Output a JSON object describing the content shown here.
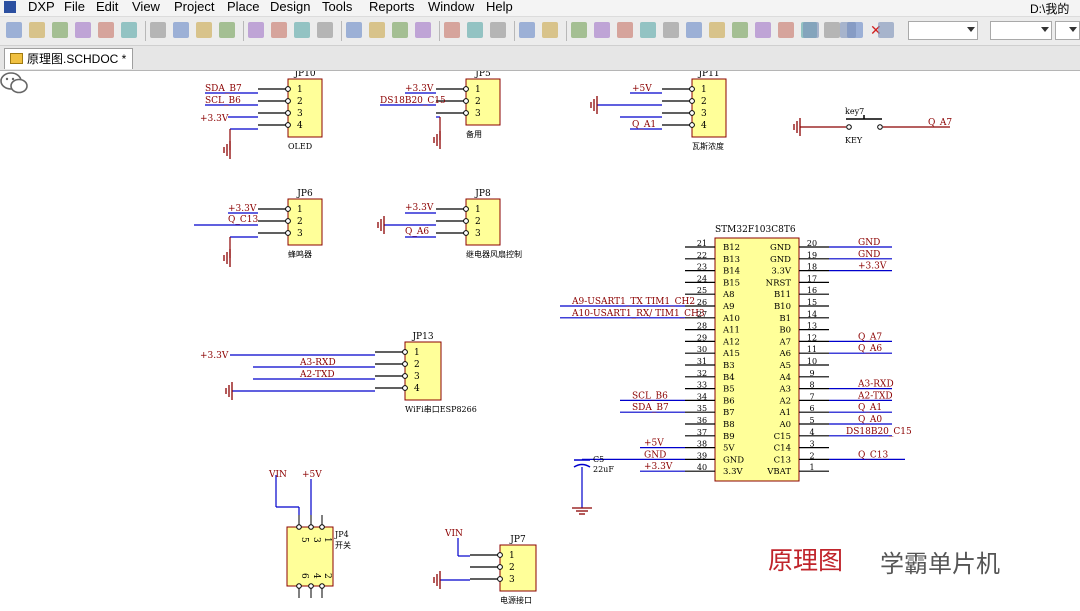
{
  "app": {
    "name": "DXP",
    "path_label": "D:\\我的坚"
  },
  "menu": [
    "DXP",
    "File",
    "Edit",
    "View",
    "Project",
    "Place",
    "Design",
    "Tools",
    "Reports",
    "Window",
    "Help"
  ],
  "document_tab": {
    "label": "原理图.SCHDOC *"
  },
  "toolbar_icons": [
    "new-icon",
    "open-icon",
    "save-icon",
    "print-icon",
    "print-preview-icon",
    "clipboard-icon",
    "zoom-fit-icon",
    "zoom-area-icon",
    "zoom-select-icon",
    "zoom-component-icon",
    "cut-icon",
    "copy-icon",
    "paste-icon",
    "paste-array-icon",
    "select-rect-icon",
    "move-icon",
    "cross-select-icon",
    "clear-icon",
    "undo-icon",
    "redo-icon",
    "hierarchy-icon",
    "cross-probe-icon",
    "browse-icon",
    "wire-icon",
    "bus-icon",
    "bus-entry-icon",
    "net-label-icon",
    "ground-port-icon",
    "vcc-port-icon",
    "part-icon",
    "sheet-symbol-icon",
    "sheet-entry-icon",
    "harness-icon",
    "device-sheet-icon",
    "port-icon",
    "no-erc-icon",
    "close-red-icon"
  ],
  "schematic": {
    "components": {
      "jp10": {
        "ref": "JP10",
        "caption": "OLED",
        "pins": [
          "1",
          "2",
          "3",
          "4"
        ],
        "nets": [
          "SDA_B7",
          "SCL_B6",
          "+3.3V"
        ]
      },
      "jp5": {
        "ref": "JP5",
        "caption": "备用",
        "pins": [
          "1",
          "2",
          "3"
        ],
        "nets": [
          "+3.3V",
          "DS18B20_C15"
        ]
      },
      "jp11": {
        "ref": "JP11",
        "caption": "瓦斯浓度",
        "pins": [
          "1",
          "2",
          "3",
          "4"
        ],
        "nets": [
          "+5V",
          "Q_A1"
        ]
      },
      "key7": {
        "ref": "key7",
        "caption": "KEY",
        "nets": [
          "Q_A7"
        ]
      },
      "jp6": {
        "ref": "JP6",
        "caption": "蜂鸣器",
        "pins": [
          "1",
          "2",
          "3"
        ],
        "nets": [
          "+3.3V",
          "Q_C13"
        ]
      },
      "jp8": {
        "ref": "JP8",
        "caption": "继电器风扇控制",
        "pins": [
          "1",
          "2",
          "3"
        ],
        "nets": [
          "+3.3V",
          "Q_A6"
        ]
      },
      "jp13": {
        "ref": "JP13",
        "caption": "WiFi串口ESP8266",
        "pins": [
          "1",
          "2",
          "3",
          "4"
        ],
        "nets": [
          "+3.3V",
          "A3-RXD",
          "A2-TXD"
        ]
      },
      "jp4": {
        "ref": "JP4",
        "caption": "开关",
        "top_pins": [
          "5",
          "3",
          "1"
        ],
        "bottom_pins": [
          "6",
          "4",
          "2"
        ],
        "nets": [
          "VIN",
          "+5V"
        ]
      },
      "jp7": {
        "ref": "JP7",
        "caption": "电源接口",
        "pins": [
          "1",
          "2",
          "3"
        ],
        "nets": [
          "VIN"
        ]
      },
      "c5": {
        "ref": "C5",
        "value": "22uF"
      },
      "mcu": {
        "ref": "STM32F103C8T6",
        "left_pins": [
          {
            "num": "21",
            "name": "B12",
            "net": ""
          },
          {
            "num": "22",
            "name": "B13",
            "net": ""
          },
          {
            "num": "23",
            "name": "B14",
            "net": ""
          },
          {
            "num": "24",
            "name": "B15",
            "net": ""
          },
          {
            "num": "25",
            "name": "A8",
            "net": ""
          },
          {
            "num": "26",
            "name": "A9",
            "net": "A9-USART1_TX TIM1_CH2"
          },
          {
            "num": "27",
            "name": "A10",
            "net": "A10-USART1_RX/ TIM1_CH3"
          },
          {
            "num": "28",
            "name": "A11",
            "net": ""
          },
          {
            "num": "29",
            "name": "A12",
            "net": ""
          },
          {
            "num": "30",
            "name": "A15",
            "net": ""
          },
          {
            "num": "31",
            "name": "B3",
            "net": ""
          },
          {
            "num": "32",
            "name": "B4",
            "net": ""
          },
          {
            "num": "33",
            "name": "B5",
            "net": ""
          },
          {
            "num": "34",
            "name": "B6",
            "net": "SCL_B6"
          },
          {
            "num": "35",
            "name": "B7",
            "net": "SDA_B7"
          },
          {
            "num": "36",
            "name": "B8",
            "net": ""
          },
          {
            "num": "37",
            "name": "B9",
            "net": ""
          },
          {
            "num": "38",
            "name": "5V",
            "net": "+5V"
          },
          {
            "num": "39",
            "name": "GND",
            "net": "GND"
          },
          {
            "num": "40",
            "name": "3.3V",
            "net": "+3.3V"
          }
        ],
        "right_pins": [
          {
            "num": "20",
            "name": "GND",
            "net": "GND"
          },
          {
            "num": "19",
            "name": "GND",
            "net": "GND"
          },
          {
            "num": "18",
            "name": "3.3V",
            "net": "+3.3V"
          },
          {
            "num": "17",
            "name": "NRST",
            "net": ""
          },
          {
            "num": "16",
            "name": "B11",
            "net": ""
          },
          {
            "num": "15",
            "name": "B10",
            "net": ""
          },
          {
            "num": "14",
            "name": "B1",
            "net": ""
          },
          {
            "num": "13",
            "name": "B0",
            "net": ""
          },
          {
            "num": "12",
            "name": "A7",
            "net": "Q_A7"
          },
          {
            "num": "11",
            "name": "A6",
            "net": "Q_A6"
          },
          {
            "num": "10",
            "name": "A5",
            "net": ""
          },
          {
            "num": "9",
            "name": "A4",
            "net": ""
          },
          {
            "num": "8",
            "name": "A3",
            "net": "A3-RXD"
          },
          {
            "num": "7",
            "name": "A2",
            "net": "A2-TXD"
          },
          {
            "num": "6",
            "name": "A1",
            "net": "Q_A1"
          },
          {
            "num": "5",
            "name": "A0",
            "net": "Q_A0"
          },
          {
            "num": "4",
            "name": "C15",
            "net": "DS18B20_C15"
          },
          {
            "num": "3",
            "name": "C14",
            "net": ""
          },
          {
            "num": "2",
            "name": "C13",
            "net": "Q_C13"
          },
          {
            "num": "1",
            "name": "VBAT",
            "net": ""
          }
        ]
      }
    }
  },
  "watermark": {
    "title": "原理图",
    "brand": "学霸单片机"
  },
  "colors": {
    "wire": "#0000cc",
    "net": "#8b0000",
    "component_fill": "#ffff99",
    "component_border": "#8b0000",
    "ground": "#8b0000",
    "designator": "#000099"
  }
}
